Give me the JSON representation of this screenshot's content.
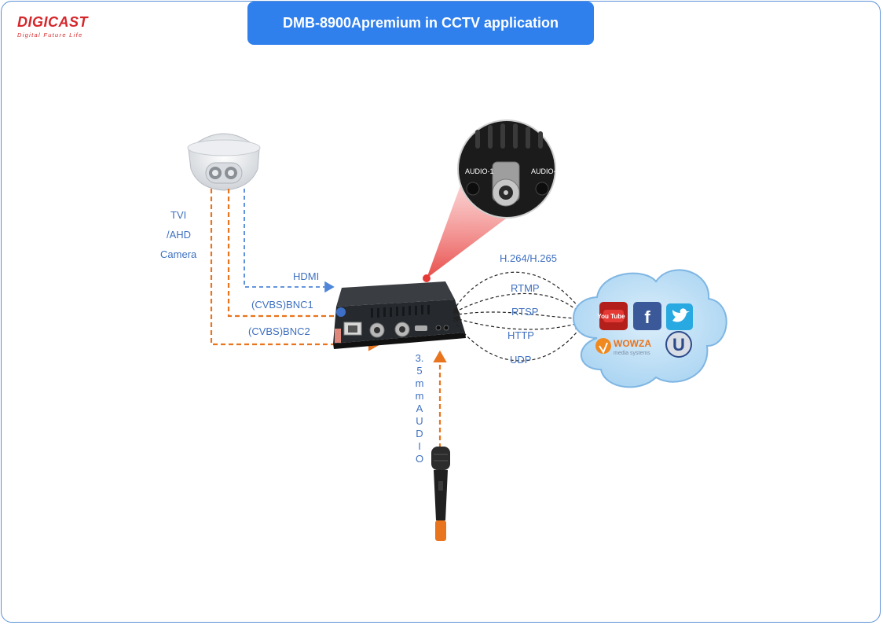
{
  "logo": {
    "brand": "DIGICAST",
    "tagline": "Digital Future Life"
  },
  "title": "DMB-8900Apremium in CCTV application",
  "camera_label": [
    "TVI",
    "/AHD",
    "Camera"
  ],
  "inputs": {
    "hdmi": "HDMI",
    "bnc1": "(CVBS)BNC1",
    "bnc2": "(CVBS)BNC2"
  },
  "audio_label": [
    "3.",
    "5",
    "m",
    "m",
    "A",
    "U",
    "D",
    "I",
    "O"
  ],
  "protocols": [
    "H.264/H.265",
    "RTMP",
    "RTSP",
    "HTTP",
    "UDP"
  ],
  "device_ports": {
    "zoom_left": "AUDIO-1",
    "zoom_right": "AUDIO-"
  },
  "cloud": {
    "wowza": "WOWZA",
    "wowza_sub": "media systems",
    "youtube": "You Tube",
    "facebook": "f",
    "ustream": "U"
  },
  "colors": {
    "title_bg": "#2f80ed",
    "label": "#3f70c0",
    "orange": "#e8741e",
    "blue_dash": "#4f86d9",
    "brand_red": "#d6262a"
  }
}
